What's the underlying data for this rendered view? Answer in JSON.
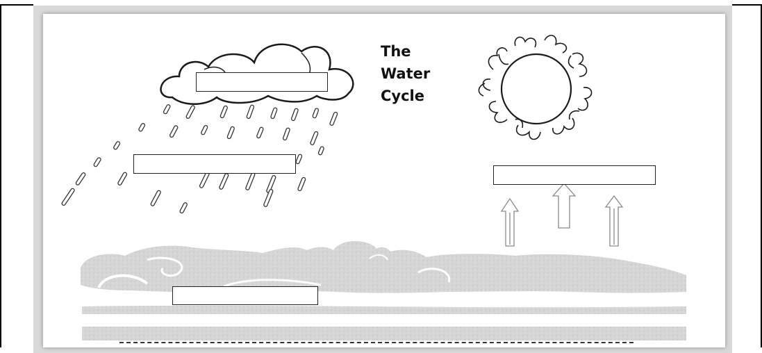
{
  "worksheet": {
    "title_lines": [
      "The",
      "Water",
      "Cycle"
    ]
  },
  "label_boxes": [
    {
      "name": "cloud-label-box",
      "text": ""
    },
    {
      "name": "rain-label-box",
      "text": ""
    },
    {
      "name": "sun-label-box",
      "text": ""
    },
    {
      "name": "sea-label-box",
      "text": ""
    }
  ],
  "colors": {
    "outline": "#222222",
    "water": "#d4d4d4",
    "page_shadow": "#d9d9d9"
  },
  "icons": [
    "cloud-icon",
    "rain-drops-icon",
    "sun-icon",
    "evaporation-arrows-icon",
    "sea-waves-icon"
  ]
}
